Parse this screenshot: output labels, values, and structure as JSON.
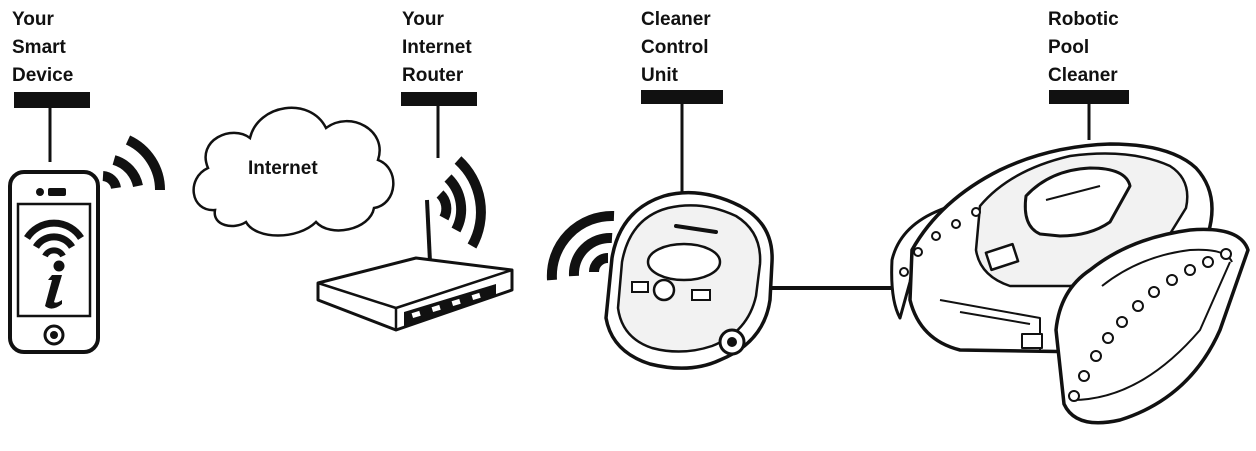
{
  "labels": {
    "smart_device": [
      "Your",
      "Smart",
      "Device"
    ],
    "router": [
      "Your",
      "Internet",
      "Router"
    ],
    "control_unit": [
      "Cleaner",
      "Control",
      "Unit"
    ],
    "pool_cleaner": [
      "Robotic",
      "Pool",
      "Cleaner"
    ]
  },
  "cloud": {
    "text": "Internet"
  },
  "icons": {
    "phone_app": "wifi-info-icon",
    "wireless": "wifi-signal-icon"
  },
  "colors": {
    "ink": "#111111",
    "fill_light": "#f2f2f2",
    "background": "#ffffff"
  }
}
